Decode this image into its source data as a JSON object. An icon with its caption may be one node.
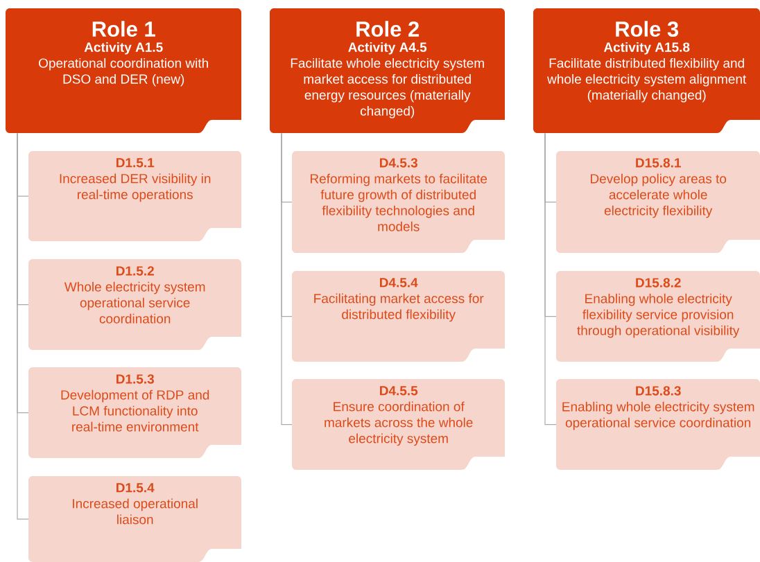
{
  "diagram": {
    "nodes": [
      {
        "text": [
          "Role 1",
          "Activity A1.5",
          "Operational coordination with DSO and DER (new)"
        ]
      },
      {
        "text": [
          "D1.5.1",
          "Increased DER visibility in real-time operations"
        ]
      },
      {
        "text": [
          "D1.5.2",
          "Whole electricity system operational service coordination"
        ]
      },
      {
        "text": [
          "D1.5.3",
          "Development of RDP and LCM functionality into real-time environment"
        ]
      },
      {
        "text": [
          "D1.5.4",
          "Increased operational liaison"
        ]
      },
      {
        "text": [
          "Role 2",
          "Activity A4.5",
          "Facilitate whole electricity system market access for distributed energy resources (materially changed)"
        ]
      },
      {
        "text": [
          "D4.5.3",
          "Reforming markets to facilitate future growth of distributed flexibility technologies and models"
        ]
      },
      {
        "text": [
          "D4.5.4",
          "Facilitating market access for distributed flexibility"
        ]
      },
      {
        "text": [
          "D4.5.5",
          "Ensure coordination of markets across the whole electricity system"
        ]
      },
      {
        "text": [
          "Role 3",
          "Activity A15.8",
          "Facilitate distributed flexibility and whole electricity system alignment (materially changed)"
        ]
      },
      {
        "text": [
          "D15.8.1",
          "Develop policy areas to accelerate whole electricity flexibility"
        ]
      },
      {
        "text": [
          "D15.8.2",
          "Enabling whole electricity flexibility service provision through operational visibility"
        ]
      },
      {
        "text": [
          "D15.8.3",
          "Enabling whole electricity system operational service coordination"
        ]
      }
    ],
    "edges": [
      {
        "from": 0,
        "to": 1,
        "arrow": "none"
      },
      {
        "from": 0,
        "to": 2,
        "arrow": "none"
      },
      {
        "from": 0,
        "to": 3,
        "arrow": "none"
      },
      {
        "from": 0,
        "to": 4,
        "arrow": "none"
      },
      {
        "from": 5,
        "to": 6,
        "arrow": "none"
      },
      {
        "from": 5,
        "to": 7,
        "arrow": "none"
      },
      {
        "from": 5,
        "to": 8,
        "arrow": "none"
      },
      {
        "from": 9,
        "to": 10,
        "arrow": "none"
      },
      {
        "from": 9,
        "to": 11,
        "arrow": "none"
      },
      {
        "from": 9,
        "to": 12,
        "arrow": "none"
      }
    ]
  }
}
